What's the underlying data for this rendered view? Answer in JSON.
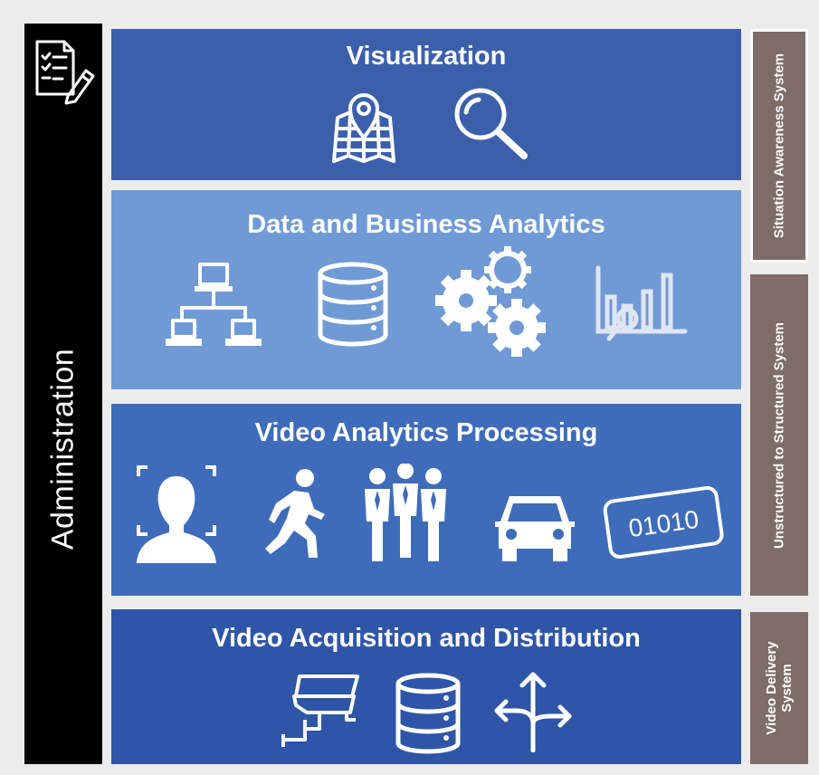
{
  "administration": {
    "label": "Administration",
    "icon": "checklist-edit-icon"
  },
  "layers": {
    "visualization": {
      "title": "Visualization",
      "icons": [
        "map-pin-icon",
        "magnifier-icon"
      ]
    },
    "data_business_analytics": {
      "title": "Data and Business Analytics",
      "icons": [
        "network-computers-icon",
        "database-icon",
        "gears-icon",
        "bar-chart-search-icon"
      ]
    },
    "video_analytics_processing": {
      "title": "Video Analytics Processing",
      "icons": [
        "face-detection-icon",
        "walking-person-icon",
        "crowd-icon",
        "car-icon",
        "license-plate-icon"
      ],
      "plate_text": "01010"
    },
    "video_acquisition_distribution": {
      "title": "Video Acquisition and Distribution",
      "icons": [
        "cctv-camera-icon",
        "database-icon",
        "split-arrows-icon"
      ]
    }
  },
  "side_systems": {
    "situation_awareness": "Situation Awareness System",
    "unstructured_to_structured": "Unstructured to Structured System",
    "video_delivery": "Video Delivery System"
  },
  "colors": {
    "administration": "#000000",
    "visualization": "#3b5fab",
    "data_business_analytics": "#6f9ad6",
    "video_analytics_processing": "#3e6cba",
    "video_acquisition_distribution": "#2e55a8",
    "side_system": "#7e6c69",
    "background": "#ececec"
  }
}
